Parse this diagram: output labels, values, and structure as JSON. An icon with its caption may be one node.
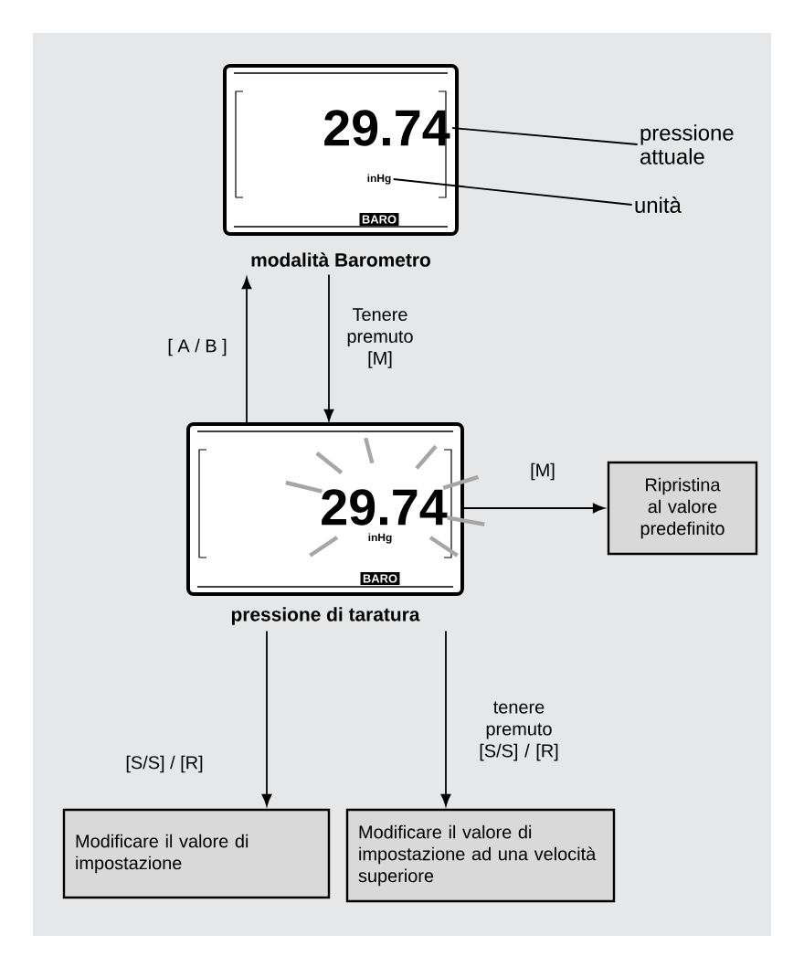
{
  "diagram": {
    "nodes": [
      {
        "text": [
          "modalità Barometro"
        ]
      },
      {
        "text": [
          "29.74"
        ],
        "in": 0
      },
      {
        "text": [
          "inHg"
        ],
        "in": 0
      },
      {
        "text": [
          "BARO"
        ],
        "in": 0
      },
      {
        "text": [
          "pressione attuale"
        ]
      },
      {
        "text": [
          "unità"
        ]
      },
      {
        "text": [
          "pressione di taratura"
        ]
      },
      {
        "text": [
          "29.74"
        ],
        "in": 6
      },
      {
        "text": [
          "inHg"
        ],
        "in": 6
      },
      {
        "text": [
          "BARO"
        ],
        "in": 6
      },
      {
        "text": [
          "Ripristina al valore predefinito"
        ]
      },
      {
        "text": [
          "Modificare il valore di impostazione"
        ]
      },
      {
        "text": [
          "Modificare il valore di impostazione ad una velocità superiore"
        ]
      }
    ],
    "edges": [
      {
        "from": 4,
        "to": 1,
        "arrow": "none"
      },
      {
        "from": 5,
        "to": 2,
        "arrow": "none"
      },
      {
        "from": 6,
        "to": 0,
        "arrow": "to",
        "label": "[ A / B ]"
      },
      {
        "from": 0,
        "to": 6,
        "arrow": "to",
        "label": "Tenere premuto [M]"
      },
      {
        "from": 6,
        "to": 10,
        "arrow": "to",
        "label": "[M]"
      },
      {
        "from": 6,
        "to": 11,
        "arrow": "to",
        "label": "[S/S] / [R]"
      },
      {
        "from": 6,
        "to": 12,
        "arrow": "to",
        "label": "tenere premuto [S/S] / [R]"
      }
    ]
  }
}
